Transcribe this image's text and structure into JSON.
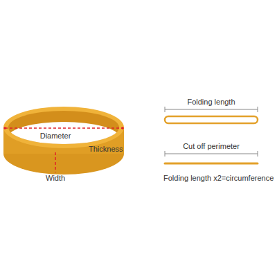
{
  "diagram": {
    "labels": [
      "Diameter",
      "Thickness",
      "Width",
      "Folding length",
      "Cut off perimeter",
      "Folding length x2=circumference"
    ]
  }
}
